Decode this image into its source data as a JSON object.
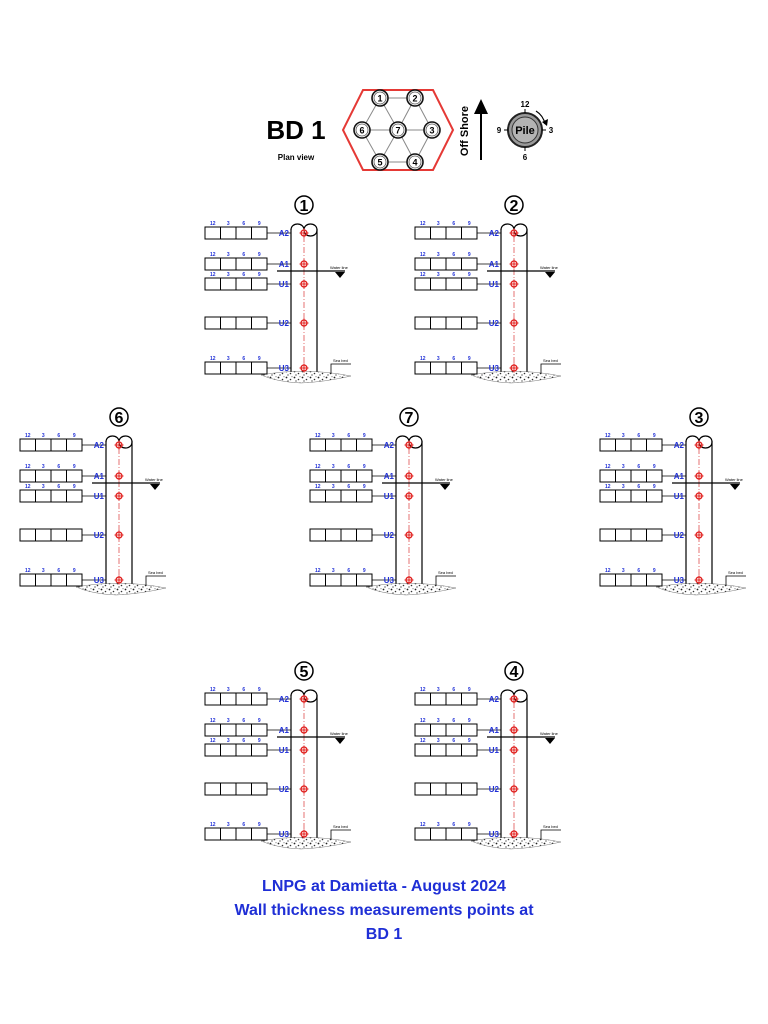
{
  "header": {
    "title": "BD 1",
    "subtitle": "Plan view",
    "offshore_label": "Off Shore",
    "clock_label": "Pile",
    "clock_positions": [
      "12",
      "3",
      "6",
      "9"
    ]
  },
  "plan_view": {
    "pile_numbers": [
      "1",
      "2",
      "3",
      "4",
      "5",
      "6",
      "7"
    ]
  },
  "pile_diagram": {
    "box_labels": [
      "12",
      "3",
      "6",
      "9"
    ],
    "levels": [
      "A2",
      "A1",
      "U1",
      "U2",
      "U3"
    ],
    "water_label": "Water line",
    "seabed_label": "Sea bed"
  },
  "piles": [
    {
      "number": "1"
    },
    {
      "number": "2"
    },
    {
      "number": "6"
    },
    {
      "number": "7"
    },
    {
      "number": "3"
    },
    {
      "number": "5"
    },
    {
      "number": "4"
    }
  ],
  "colors": {
    "accent_blue": "#1f2fd6",
    "marker_red": "#e0201e",
    "hexagon_red": "#e53935",
    "line_black": "#000000"
  },
  "caption": {
    "line1": "LNPG at Damietta - August 2024",
    "line2": "Wall thickness measurements points at",
    "line3": "BD 1"
  }
}
